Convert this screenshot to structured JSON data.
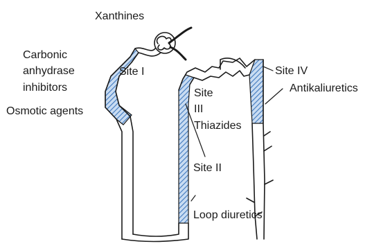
{
  "labels": {
    "xanthines": "Xanthines",
    "carbonic_line1": "Carbonic",
    "carbonic_line2": "anhydrase",
    "carbonic_line3": "inhibitors",
    "osmotic": "Osmotic agents",
    "site1": "Site I",
    "site3_line1": "Site",
    "site3_line2": "III",
    "thiazides": "Thiazides",
    "site2": "Site II",
    "loop": "Loop diuretics",
    "site4": "Site IV",
    "antikaliuretics": "Antikaliuretics"
  },
  "colors": {
    "ink": "#1a1a1a",
    "highlight_fill": "#c9dcf2",
    "hatch": "#3f78bd"
  }
}
